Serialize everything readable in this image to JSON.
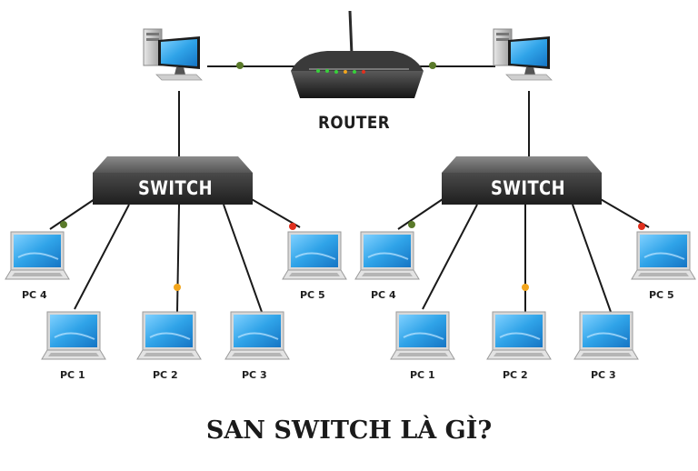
{
  "router": {
    "label": "ROUTER"
  },
  "switches": [
    {
      "label": "SWITCH"
    },
    {
      "label": "SWITCH"
    }
  ],
  "networks": [
    {
      "pcs": [
        "PC 4",
        "PC 1",
        "PC 2",
        "PC 3",
        "PC 5"
      ]
    },
    {
      "pcs": [
        "PC 4",
        "PC 1",
        "PC 2",
        "PC 3",
        "PC 5"
      ]
    }
  ],
  "title": "SAN SWITCH LÀ GÌ?",
  "colors": {
    "switch_body": "#3a3a3a",
    "screen": "#2fa3e8",
    "link": "#1a1a1a",
    "dot_green": "#5a7a2a",
    "dot_orange": "#f2a51c",
    "dot_red": "#e0301e"
  }
}
